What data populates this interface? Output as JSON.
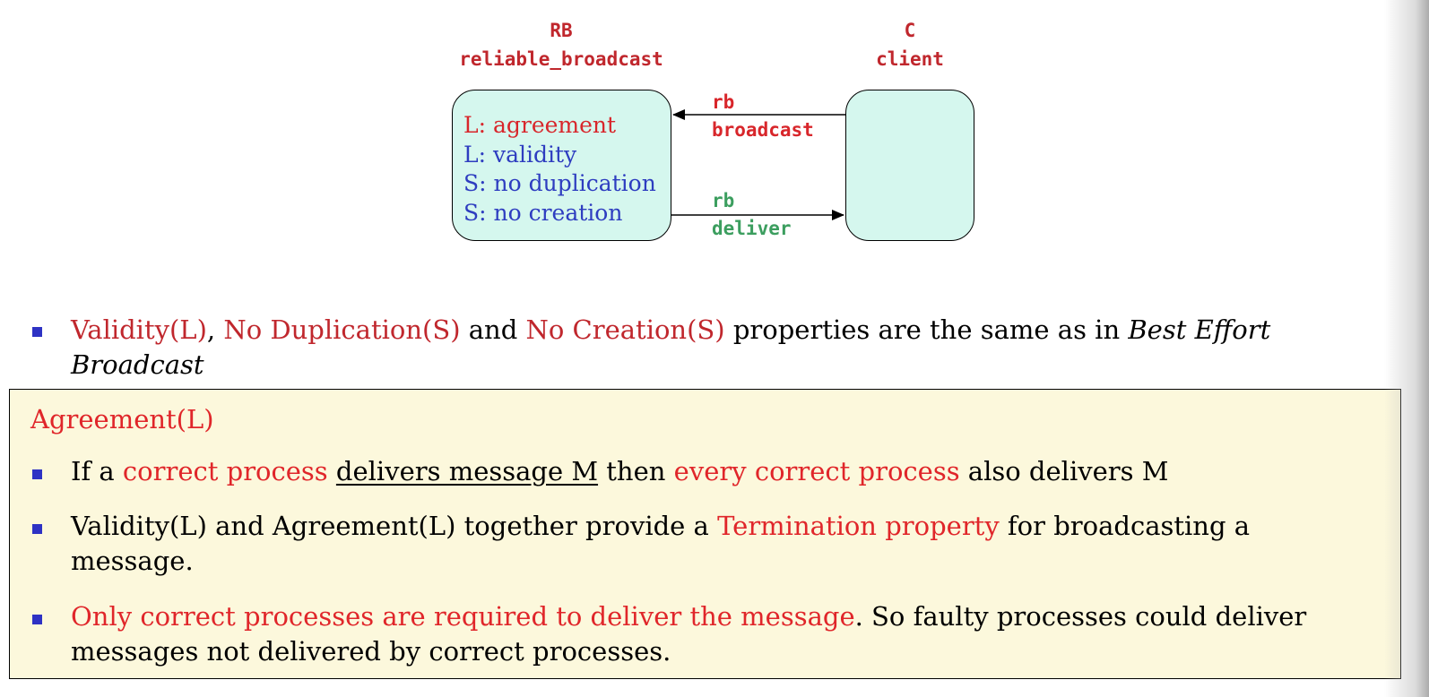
{
  "diagram": {
    "rb_module": {
      "name": "RB",
      "full_name": "reliable_broadcast",
      "properties": [
        {
          "text": "L: agreement",
          "color": "#d8262b"
        },
        {
          "text": "L: validity",
          "color": "#2e3dc0"
        },
        {
          "text": "S: no duplication",
          "color": "#2e3dc0"
        },
        {
          "text": "S: no creation",
          "color": "#2e3dc0"
        }
      ]
    },
    "client_module": {
      "name": "C",
      "full_name": "client"
    },
    "arrows": {
      "broadcast": {
        "line1": "rb",
        "line2": "broadcast",
        "color": "#d8262b"
      },
      "deliver": {
        "line1": "rb",
        "line2": "deliver",
        "color": "#3c9e5f"
      }
    },
    "box_fill": "#d5f7ee"
  },
  "intro_bullet": {
    "validity": "Validity(L)",
    "comma": ", ",
    "no_dup": "No Duplication(S)",
    "and": " and ",
    "no_creation": "No Creation(S)",
    "rest": " properties are the same as in ",
    "italic_1": "Best Effort",
    "italic_2": "Broadcast"
  },
  "agreement_box": {
    "title": "Agreement(L)",
    "bullet1": {
      "p1": "If a ",
      "r1": "correct process",
      "sp": " ",
      "u1": "delivers message M",
      "p2": " then ",
      "r2": "every correct process",
      "p3": " also delivers M"
    },
    "bullet2": {
      "p1": "Validity(L) and Agreement(L) together provide a ",
      "r1": "Termination property",
      "p2": " for broadcasting a",
      "line2": "message."
    },
    "bullet3": {
      "r1": "Only correct processes are required to deliver the message",
      "p1": ". So faulty processes could deliver",
      "line2": "messages not delivered by correct processes."
    },
    "fill": "#fcf8dc"
  },
  "colors": {
    "bullet": "#2e32c4",
    "dark_red": "#c0272d",
    "bright_red": "#e0262a"
  }
}
